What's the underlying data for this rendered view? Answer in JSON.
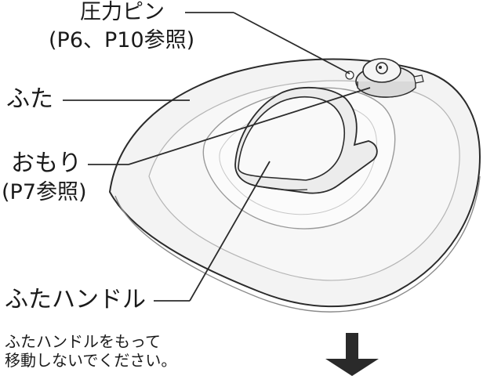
{
  "labels": {
    "pressure_pin": "圧力ピン",
    "pressure_pin_ref": "(P6、P10参照)",
    "lid": "ふた",
    "weight": "おもり",
    "weight_ref": "(P7参照)",
    "lid_handle": "ふたハンドル"
  },
  "note": {
    "line1": "ふたハンドルをもって",
    "line2": "移動しないでください。"
  },
  "icons": {
    "arrow": "down-arrow-icon"
  },
  "colors": {
    "outline": "#2b2b2b",
    "lid_fill": "#f2f2f2",
    "arrow": "#2a2a2a"
  }
}
